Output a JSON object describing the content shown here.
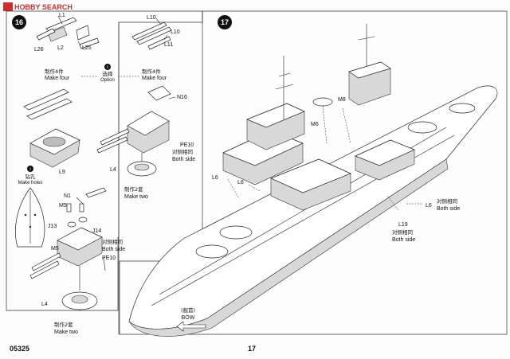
{
  "watermark": {
    "text": "HOBBY SEARCH"
  },
  "step16": {
    "number": "16",
    "labels": {
      "L1": "L1",
      "L2": "L2",
      "L25": "L25",
      "L26": "L26",
      "L10a": "L10",
      "L10b": "L10",
      "L11": "L11",
      "N16": "N16",
      "PE10a": "PE10",
      "L4a": "L4",
      "L9": "L9",
      "N1": "N1",
      "M5a": "M5",
      "M5b": "M5",
      "J13": "J13",
      "J14": "J14",
      "PE10b": "PE10",
      "L4b": "L4"
    },
    "make_four_left_cn": "制作4件",
    "make_four_left_en": "Make four",
    "option_cn": "选择",
    "option_en": "Option",
    "make_four_right_cn": "制作4件",
    "make_four_right_en": "Make four",
    "both_side_cn_1": "对侧相同",
    "both_side_en_1": "Both side",
    "make_two_cn_1": "制作2套",
    "make_two_en_1": "Make two",
    "drill_cn": "钻孔",
    "drill_en": "Make holes",
    "both_side_cn_2": "对侧相同",
    "both_side_en_2": "Both side",
    "make_two_cn_2": "制作2套",
    "make_two_en_2": "Make two"
  },
  "step17": {
    "number": "17",
    "labels": {
      "M8": "M8",
      "M6": "M6",
      "L6a": "L6",
      "L6b": "L6",
      "L6c": "L6",
      "L19": "L19"
    },
    "both_side_cn_1": "对侧相同",
    "both_side_en_1": "Both side",
    "both_side_cn_2": "对侧相同",
    "both_side_en_2": "Both side",
    "bow_cn": "(舰首)",
    "bow_en": "BOW"
  },
  "footer": {
    "code": "05325",
    "page_number": "17"
  }
}
